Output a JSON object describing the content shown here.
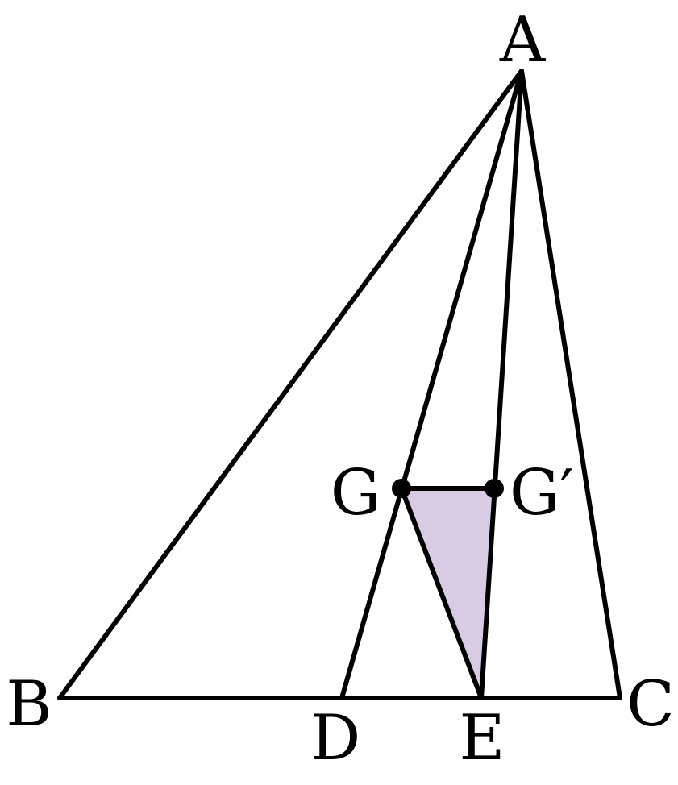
{
  "colors": {
    "stroke": "#000000",
    "shade": "#d8cce5",
    "background": "#ffffff"
  },
  "labels": {
    "A": "A",
    "B": "B",
    "C": "C",
    "D": "D",
    "E": "E",
    "G": "G",
    "G_prime": "G′"
  }
}
